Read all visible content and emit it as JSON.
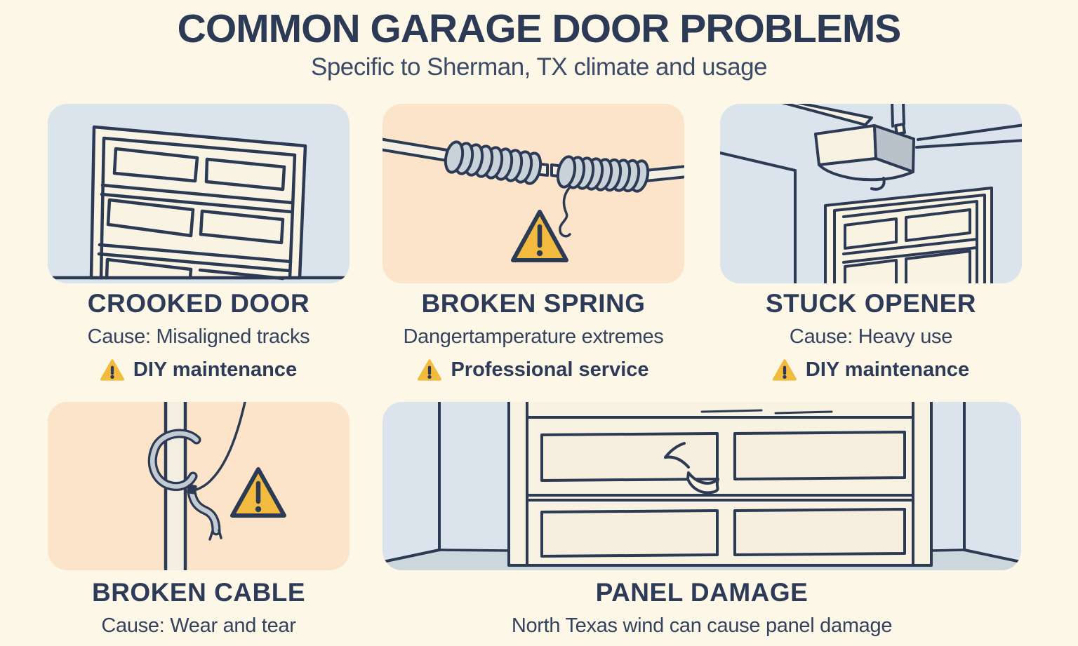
{
  "header": {
    "title": "COMMON GARAGE DOOR PROBLEMS",
    "subtitle": "Specific to Sherman, TX climate and usage"
  },
  "cards": [
    {
      "id": "crooked-door",
      "title": "CROOKED DOOR",
      "cause": "Cause: Misaligned tracks",
      "action": "DIY maintenance",
      "illustration": "tilted-garage-door"
    },
    {
      "id": "broken-spring",
      "title": "BROKEN SPRING",
      "cause": "Dangertamperature extremes",
      "action": "Professional service",
      "illustration": "snapped-torsion-spring-with-warning-triangle"
    },
    {
      "id": "stuck-opener",
      "title": "STUCK OPENER",
      "cause": "Cause: Heavy use",
      "action": "DIY maintenance",
      "illustration": "ceiling-mounted-opener-above-door"
    },
    {
      "id": "broken-cable",
      "title": "BROKEN CABLE",
      "cause": "Cause: Wear and tear",
      "illustration": "frayed-cable-around-track-with-warning-triangle"
    },
    {
      "id": "panel-damage",
      "title": "PANEL DAMAGE",
      "cause": "North Texas wind can cause panel damage",
      "illustration": "garage-door-with-cracked-panel"
    }
  ],
  "colors": {
    "page_background": "#fdf7e7",
    "panel_blue": "#dbe4ec",
    "panel_peach": "#fbe4ca",
    "line_navy": "#2d3a54",
    "text_navy": "#2d3b58",
    "warning_gold": "#f2bb3f",
    "steel_gray": "#c9d1d9",
    "door_cream": "#f9f3e3"
  }
}
